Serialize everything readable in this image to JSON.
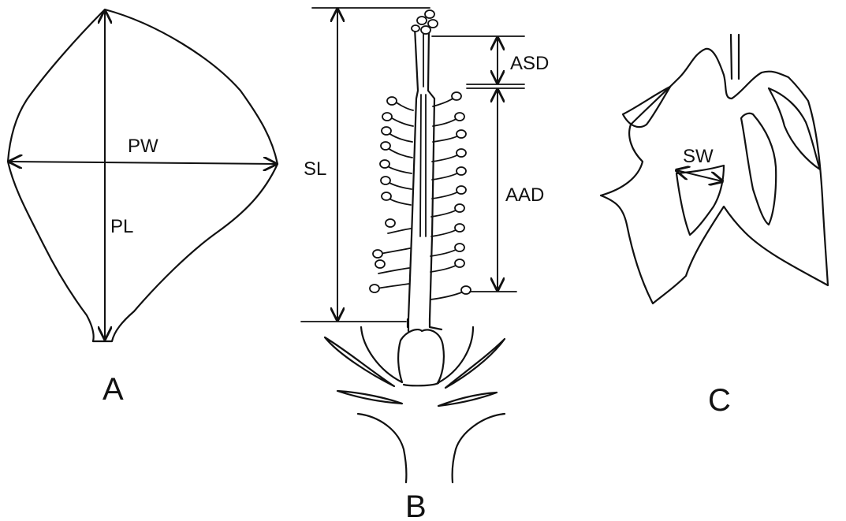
{
  "panel_a": {
    "panel_label": "A",
    "width_label": "PW",
    "length_label": "PL"
  },
  "panel_b": {
    "panel_label": "B",
    "length_label": "SL",
    "upper_distance_label": "ASD",
    "lower_distance_label": "AAD"
  },
  "panel_c": {
    "panel_label": "C",
    "width_label": "SW"
  },
  "colors": {
    "ink": "#111111",
    "background": "#ffffff"
  }
}
